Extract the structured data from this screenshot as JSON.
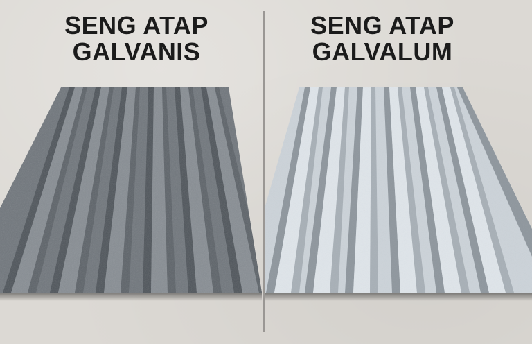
{
  "left_panel": {
    "title_line1": "SENG ATAP",
    "title_line2": "GALVANIS",
    "colors": {
      "base": "#6f757b",
      "light": "#8a9096",
      "dark": "#4f555b",
      "highlight": "#a3a9ae"
    },
    "rib_count": 7
  },
  "right_panel": {
    "title_line1": "SENG ATAP",
    "title_line2": "GALVALUM",
    "colors": {
      "base": "#c9d0d6",
      "light": "#dde3e8",
      "dark": "#8f979e",
      "highlight": "#eef2f5"
    },
    "rib_count": 7
  },
  "background_color": "#dcd9d4",
  "title_color": "#1b1b1b"
}
